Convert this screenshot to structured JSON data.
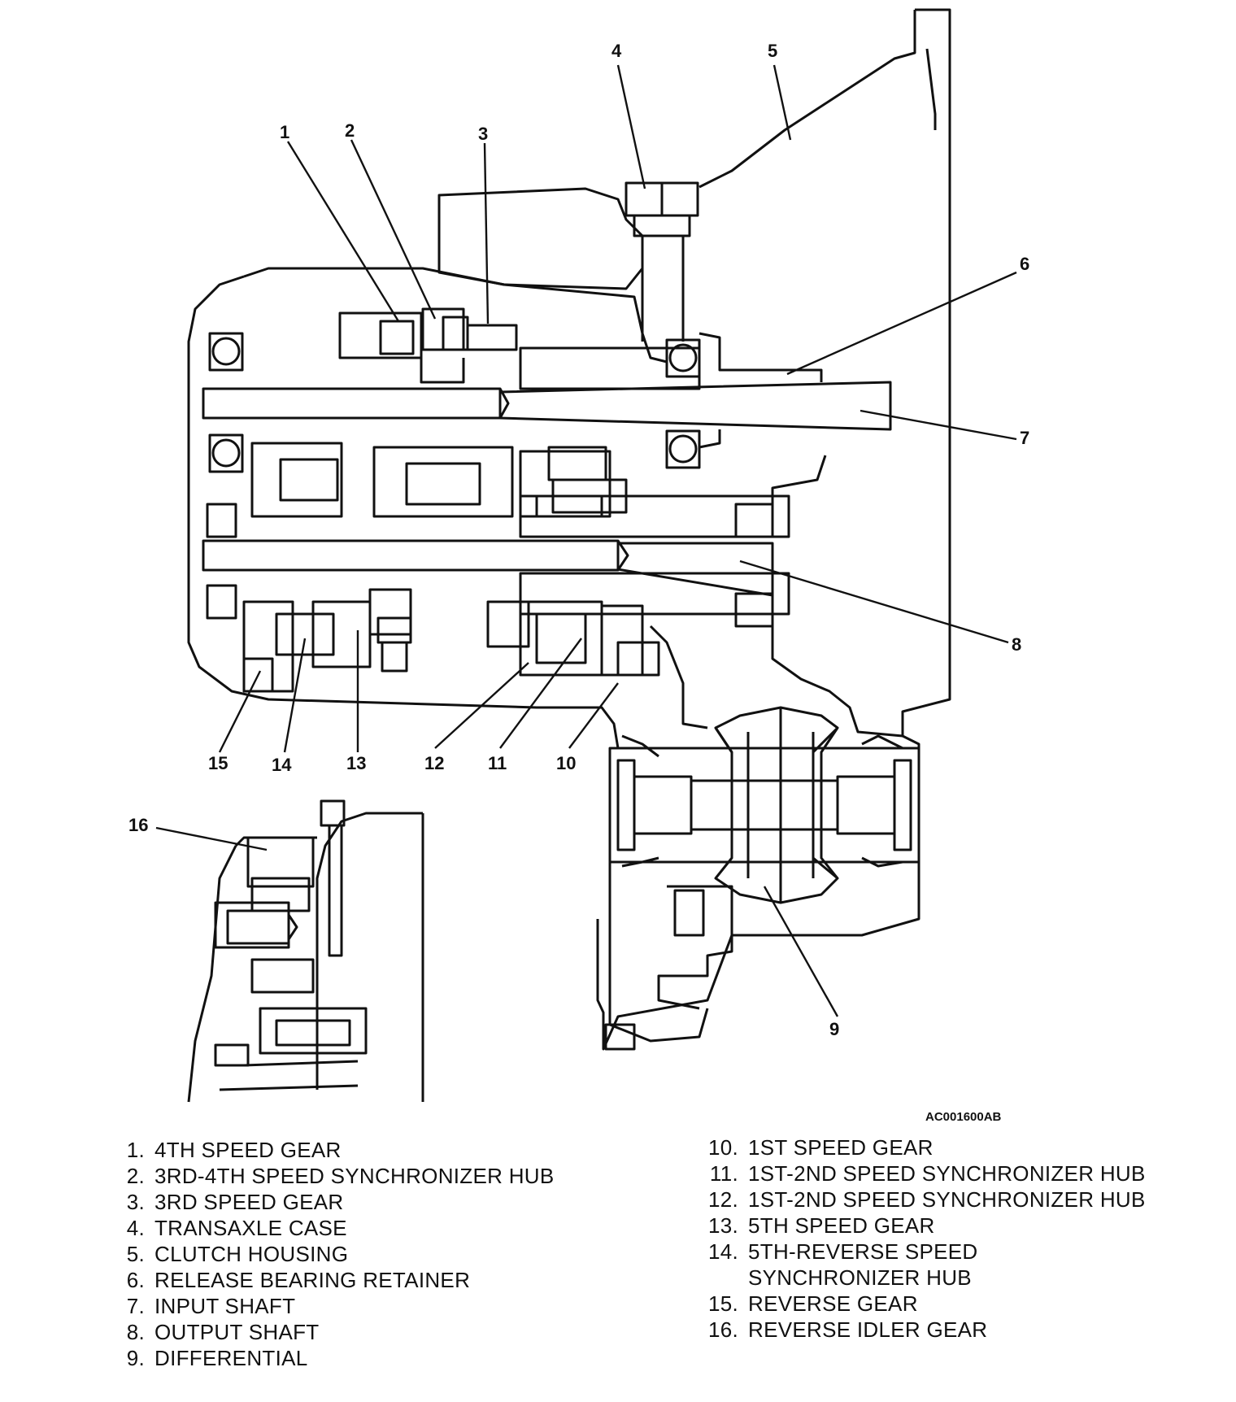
{
  "figure": {
    "code": "AC001600AB",
    "callouts": [
      "1",
      "2",
      "3",
      "4",
      "5",
      "6",
      "7",
      "8",
      "9",
      "10",
      "11",
      "12",
      "13",
      "14",
      "15",
      "16"
    ]
  },
  "legend": {
    "left": [
      {
        "num": "1.",
        "text": "4TH SPEED GEAR"
      },
      {
        "num": "2.",
        "text": "3RD-4TH SPEED SYNCHRONIZER HUB"
      },
      {
        "num": "3.",
        "text": "3RD SPEED GEAR"
      },
      {
        "num": "4.",
        "text": "TRANSAXLE CASE"
      },
      {
        "num": "5.",
        "text": "CLUTCH HOUSING"
      },
      {
        "num": "6.",
        "text": "RELEASE BEARING RETAINER"
      },
      {
        "num": "7.",
        "text": "INPUT SHAFT"
      },
      {
        "num": "8.",
        "text": "OUTPUT SHAFT"
      },
      {
        "num": "9.",
        "text": "DIFFERENTIAL"
      }
    ],
    "right": [
      {
        "num": "10.",
        "text": "1ST SPEED GEAR"
      },
      {
        "num": "11.",
        "text": "1ST-2ND SPEED SYNCHRONIZER HUB"
      },
      {
        "num": "12.",
        "text": "1ST-2ND SPEED SYNCHRONIZER HUB"
      },
      {
        "num": "13.",
        "text": "5TH SPEED GEAR"
      },
      {
        "num": "14.",
        "text": "5TH-REVERSE SPEED SYNCHRONIZER HUB"
      },
      {
        "num": "15.",
        "text": "REVERSE GEAR"
      },
      {
        "num": "16.",
        "text": "REVERSE IDLER GEAR"
      }
    ]
  }
}
